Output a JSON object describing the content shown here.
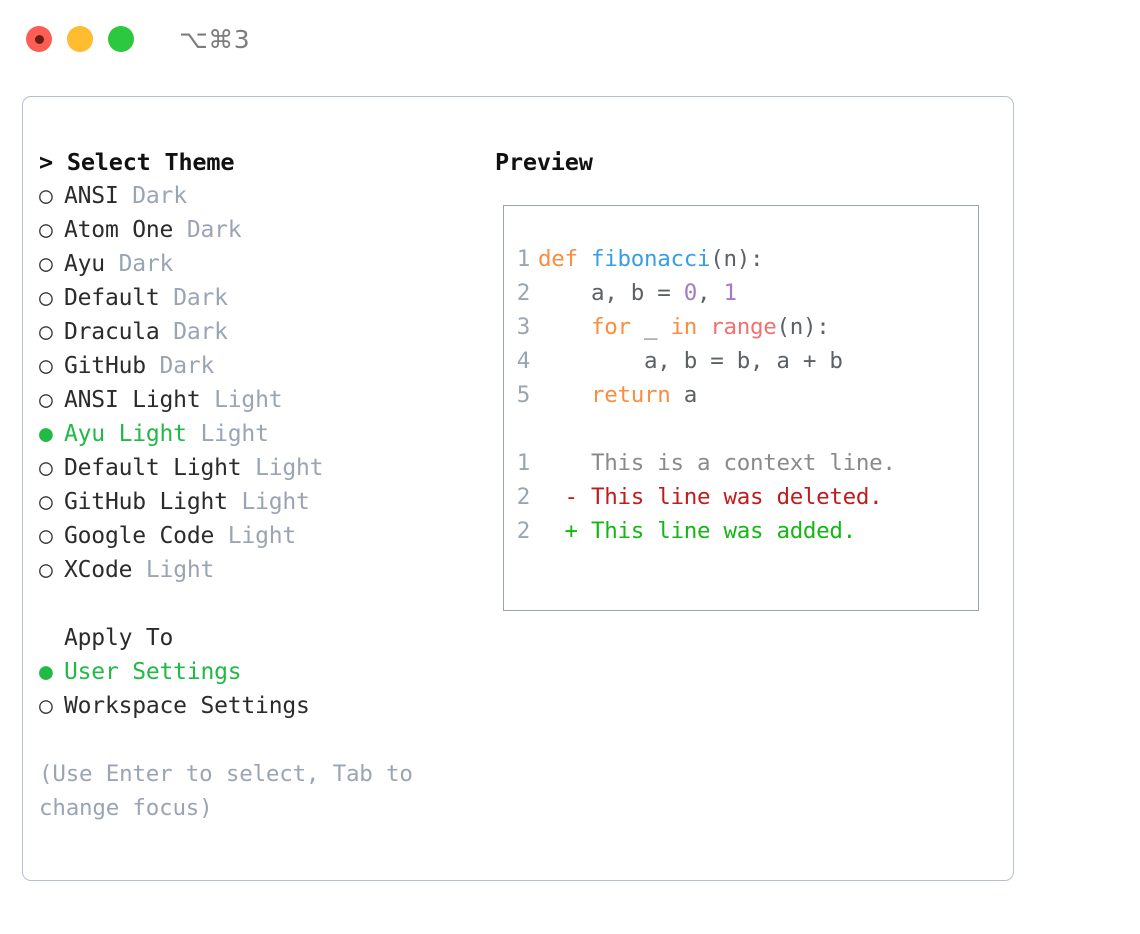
{
  "window": {
    "shortcut": "⌥⌘3",
    "traffic_lights": [
      {
        "name": "close-button",
        "color": "#fd5e53"
      },
      {
        "name": "minimize-button",
        "color": "#febc2e"
      },
      {
        "name": "maximize-button",
        "color": "#2bc840"
      }
    ]
  },
  "theme_picker": {
    "header": "> Select Theme",
    "items": [
      {
        "marker": "○",
        "label": "ANSI",
        "variant": "Dark",
        "selected": false
      },
      {
        "marker": "○",
        "label": "Atom One",
        "variant": "Dark",
        "selected": false
      },
      {
        "marker": "○",
        "label": "Ayu",
        "variant": "Dark",
        "selected": false
      },
      {
        "marker": "○",
        "label": "Default",
        "variant": "Dark",
        "selected": false
      },
      {
        "marker": "○",
        "label": "Dracula",
        "variant": "Dark",
        "selected": false
      },
      {
        "marker": "○",
        "label": "GitHub",
        "variant": "Dark",
        "selected": false
      },
      {
        "marker": "○",
        "label": "ANSI Light",
        "variant": "Light",
        "selected": false
      },
      {
        "marker": "●",
        "label": "Ayu Light",
        "variant": "Light",
        "selected": true
      },
      {
        "marker": "○",
        "label": "Default Light",
        "variant": "Light",
        "selected": false
      },
      {
        "marker": "○",
        "label": "GitHub Light",
        "variant": "Light",
        "selected": false
      },
      {
        "marker": "○",
        "label": "Google Code",
        "variant": "Light",
        "selected": false
      },
      {
        "marker": "○",
        "label": "XCode",
        "variant": "Light",
        "selected": false
      }
    ]
  },
  "apply_to": {
    "header": "Apply To",
    "items": [
      {
        "marker": "●",
        "label": "User Settings",
        "selected": true
      },
      {
        "marker": "○",
        "label": "Workspace Settings",
        "selected": false
      }
    ]
  },
  "hint": {
    "line1": "(Use Enter to select, Tab to",
    "line2": "change focus)"
  },
  "preview": {
    "title": "Preview",
    "code_lines": [
      {
        "num": "1",
        "tokens": [
          {
            "t": "def",
            "c": "kw"
          },
          {
            "t": " ",
            "c": "pn"
          },
          {
            "t": "fibonacci",
            "c": "fn"
          },
          {
            "t": "(n):",
            "c": "pn"
          }
        ]
      },
      {
        "num": "2",
        "tokens": [
          {
            "t": "    a, b = ",
            "c": "pn"
          },
          {
            "t": "0",
            "c": "num"
          },
          {
            "t": ", ",
            "c": "pn"
          },
          {
            "t": "1",
            "c": "num"
          }
        ]
      },
      {
        "num": "3",
        "tokens": [
          {
            "t": "    ",
            "c": "pn"
          },
          {
            "t": "for",
            "c": "kw"
          },
          {
            "t": " _ ",
            "c": "pn"
          },
          {
            "t": "in",
            "c": "kw"
          },
          {
            "t": " ",
            "c": "pn"
          },
          {
            "t": "range",
            "c": "bi"
          },
          {
            "t": "(n):",
            "c": "pn"
          }
        ]
      },
      {
        "num": "4",
        "tokens": [
          {
            "t": "        a, b = b, a + b",
            "c": "pn"
          }
        ]
      },
      {
        "num": "5",
        "tokens": [
          {
            "t": "    ",
            "c": "pn"
          },
          {
            "t": "return",
            "c": "kw"
          },
          {
            "t": " a",
            "c": "pn"
          }
        ]
      }
    ],
    "diff_lines": [
      {
        "num": "1",
        "sign": " ",
        "text": " This is a context line.",
        "kind": "d-ctx"
      },
      {
        "num": "2",
        "sign": "-",
        "text": " This line was deleted.",
        "kind": "d-del"
      },
      {
        "num": "2",
        "sign": "+",
        "text": " This line was added.",
        "kind": "d-add"
      }
    ]
  },
  "colors": {
    "accent_green": "#20ba45",
    "muted": "#9aa5b4",
    "panel_border": "#b6bfcd",
    "preview_border": "#98a3b3",
    "keyword": "#fa8d3e",
    "function": "#399ee6",
    "builtin": "#f07171",
    "number": "#a37acc",
    "plain": "#5c6166",
    "diff_added": "#14b814",
    "diff_deleted": "#c01c1c",
    "diff_context": "#8a8a8a"
  }
}
